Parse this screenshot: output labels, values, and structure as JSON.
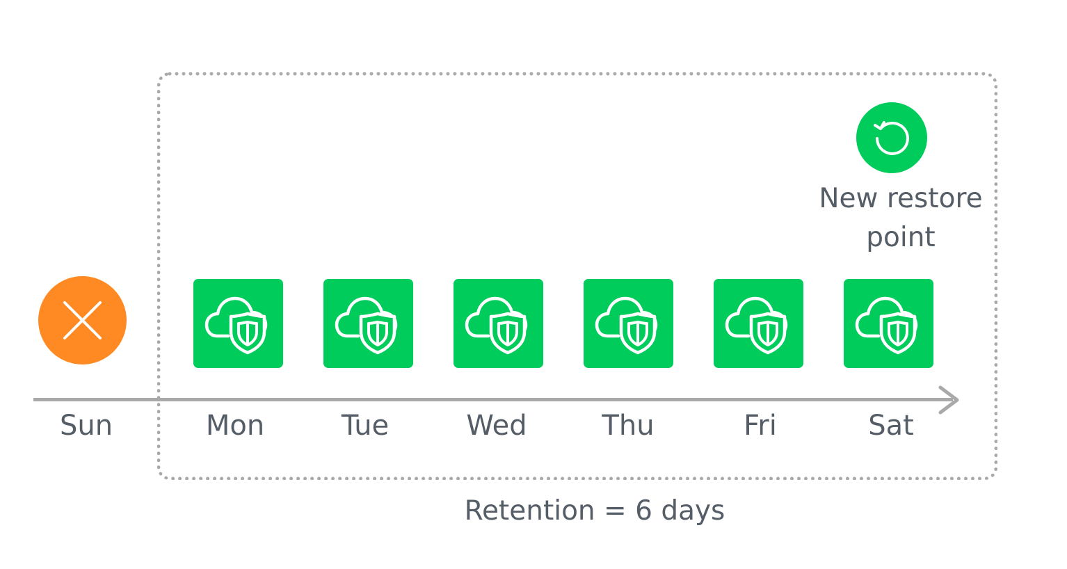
{
  "colors": {
    "deleted": "#ff8a23",
    "restore_point": "#00cc5c",
    "axis": "#a9a9a9",
    "text": "#555d66"
  },
  "timeline": {
    "deleted_day": {
      "label": "Sun",
      "icon": "close-icon"
    },
    "restore_days": [
      {
        "label": "Mon",
        "icon": "cloud-shield-icon"
      },
      {
        "label": "Tue",
        "icon": "cloud-shield-icon"
      },
      {
        "label": "Wed",
        "icon": "cloud-shield-icon"
      },
      {
        "label": "Thu",
        "icon": "cloud-shield-icon"
      },
      {
        "label": "Fri",
        "icon": "cloud-shield-icon"
      },
      {
        "label": "Sat",
        "icon": "cloud-shield-icon"
      }
    ]
  },
  "new_restore_point": {
    "icon": "restore-icon",
    "label_line1": "New restore",
    "label_line2": "point"
  },
  "retention": {
    "label": "Retention = 6 days"
  }
}
